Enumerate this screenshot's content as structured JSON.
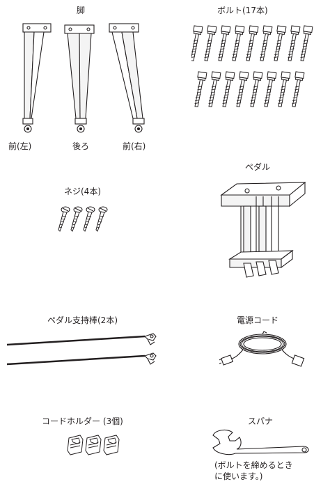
{
  "legs": {
    "title": "脚",
    "front_left": "前(左)",
    "rear": "後ろ",
    "front_right": "前(右)"
  },
  "bolts": {
    "title": "ボルト(17本)"
  },
  "pedal": {
    "title": "ペダル"
  },
  "screws": {
    "title": "ネジ(4本)"
  },
  "pedal_rods": {
    "title": "ペダル支持棒(2本)"
  },
  "power_cord": {
    "title": "電源コード"
  },
  "cord_holders": {
    "title": "コードホルダー (3個)"
  },
  "spanner": {
    "title": "スパナ",
    "note_line1": "(ボルトを締めるとき",
    "note_line2": "に使います。)"
  }
}
